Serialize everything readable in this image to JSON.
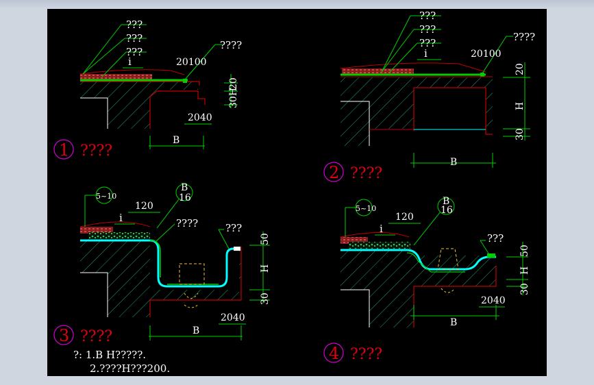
{
  "colors": {
    "background": "#000000",
    "frame": "#d0d6e0",
    "leader": "#00d000",
    "concrete_outline": "#c00000",
    "hatch": "#2aa070",
    "membrane": "#00ffff",
    "title": "#e00010",
    "circle": "#d000d0",
    "text": "#ffffff"
  },
  "detail1": {
    "labels": [
      "???",
      "???",
      "???",
      "????"
    ],
    "slope": "i",
    "dim_top": "20100",
    "dim_side_a": "20",
    "dim_side_b": "30H",
    "dim_bottom": "2040",
    "dim_width": "B",
    "number": "1",
    "title": "????"
  },
  "detail2": {
    "labels": [
      "???",
      "???",
      "???",
      "????"
    ],
    "slope": "i",
    "dim_top": "20100",
    "dim_side_a": "20",
    "dim_side_b": "H",
    "dim_side_c": "30",
    "dim_width": "B",
    "number": "2",
    "title": "????"
  },
  "detail3": {
    "tag_a": "5~10",
    "tag_b_top": "B",
    "tag_b_bottom": "16",
    "dim_top": "120",
    "slope": "i",
    "label_a": "????",
    "label_b": "???",
    "dim_side_a": "50",
    "dim_side_b": "H",
    "dim_side_c": "30",
    "dim_bottom": "2040",
    "dim_width": "B",
    "number": "3",
    "title": "????",
    "note_1": "?:  1.B  H?????.",
    "note_2": "2.????H???200."
  },
  "detail4": {
    "tag_a": "5~10",
    "tag_b_top": "B",
    "tag_b_bottom": "16",
    "dim_top": "120",
    "slope": "i",
    "label_b": "???",
    "dim_side_a": "50",
    "dim_side_b": "H",
    "dim_side_c": "30",
    "dim_bottom": "2040",
    "dim_width": "B",
    "number": "4",
    "title": "????"
  }
}
